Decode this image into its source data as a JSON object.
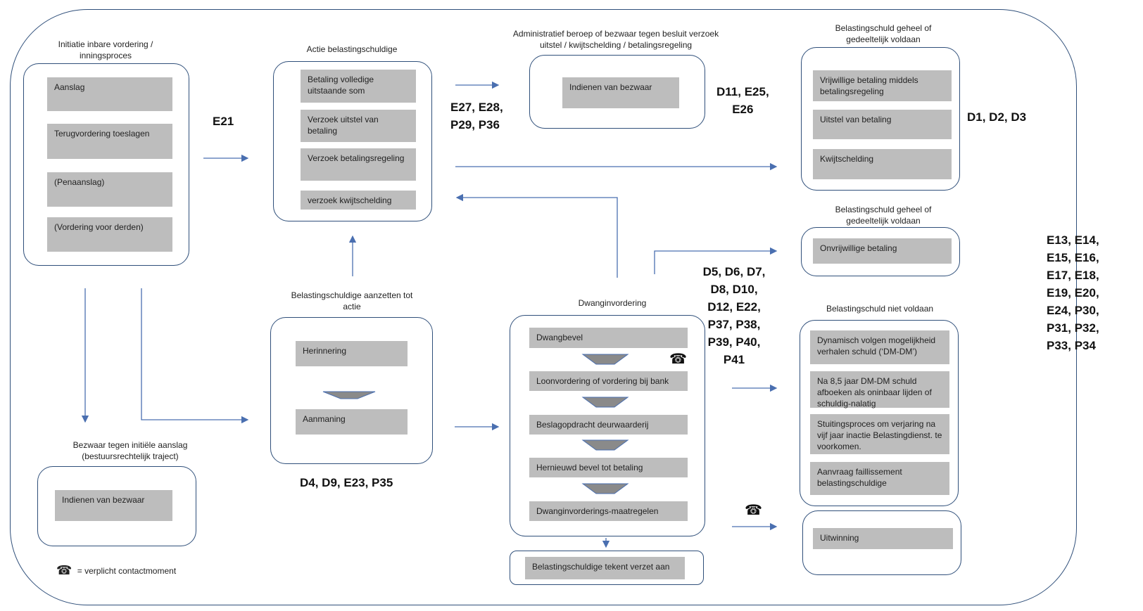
{
  "sections": {
    "initiatie": {
      "title": "Initiatie inbare vordering / inningsproces",
      "items": [
        "Aanslag",
        "Terugvordering toeslagen",
        "(Penaanslag)",
        "(Vordering voor derden)"
      ]
    },
    "actie": {
      "title": "Actie belastingschuldige",
      "items": [
        "Betaling volledige uitstaande som",
        "Verzoek uitstel van betaling",
        "Verzoek betalingsregeling",
        "verzoek kwijtschelding"
      ]
    },
    "admin_beroep": {
      "title": "Administratief beroep of bezwaar tegen besluit verzoek uitstel / kwijtschelding / betalingsregeling",
      "items": [
        "Indienen van bezwaar"
      ]
    },
    "voldaan1": {
      "title": "Belastingschuld geheel of gedeeltelijk voldaan",
      "items": [
        "Vrijwillige betaling middels betalingsregeling",
        "Uitstel van betaling",
        "Kwijtschelding"
      ]
    },
    "voldaan2": {
      "title": "Belastingschuld geheel of gedeeltelijk voldaan",
      "items": [
        "Onvrijwillige betaling"
      ]
    },
    "aanzetten": {
      "title": "Belastingschuldige aanzetten tot actie",
      "items": [
        "Herinnering",
        "Aanmaning"
      ]
    },
    "dwang": {
      "title": "Dwanginvordering",
      "items": [
        "Dwangbevel",
        "Loonvordering of vordering bij bank",
        "Beslagopdracht deurwaarderij",
        "Hernieuwd bevel tot betaling",
        "Dwanginvorderings-maatregelen"
      ]
    },
    "verzet": {
      "items": [
        "Belastingschuldige tekent verzet aan"
      ]
    },
    "niet_voldaan": {
      "title": "Belastingschuld niet voldaan",
      "items": [
        "Dynamisch volgen mogelijkheid verhalen schuld (‘DM-DM’)",
        "Na 8,5 jaar DM-DM schuld afboeken als oninbaar lijden of schuldig-nalatig",
        "Stuitingsproces om verjaring na vijf jaar inactie Belastingdienst. te voorkomen.",
        "Aanvraag faillissement belastingschuldige"
      ]
    },
    "uitwinning": {
      "items": [
        "Uitwinning"
      ]
    },
    "bezwaar": {
      "title": "Bezwaar tegen initiële aanslag (bestuursrechtelijk traject)",
      "items": [
        "Indienen van bezwaar"
      ]
    }
  },
  "codes": {
    "e21": "E21",
    "e27": "E27, E28,\nP29, P36",
    "d11": "D11, E25,\nE26",
    "d1": "D1, D2, D3",
    "d5": "D5, D6, D7,\nD8, D10,\nD12, E22,\nP37, P38,\nP39, P40,\nP41",
    "d4": "D4, D9, E23, P35",
    "e13": "E13, E14,\nE15, E16,\nE17, E18,\nE19, E20,\nE24, P30,\nP31, P32,\nP33, P34"
  },
  "legend": {
    "symbol": "☎",
    "text": "= verplicht contactmoment"
  },
  "icons": {
    "phone": "phone-icon",
    "arrow": "down-arrow-icon"
  },
  "colors": {
    "border": "#2f4f7a",
    "arrow": "#4a6fb0",
    "gray_box": "#bdbdbd"
  }
}
